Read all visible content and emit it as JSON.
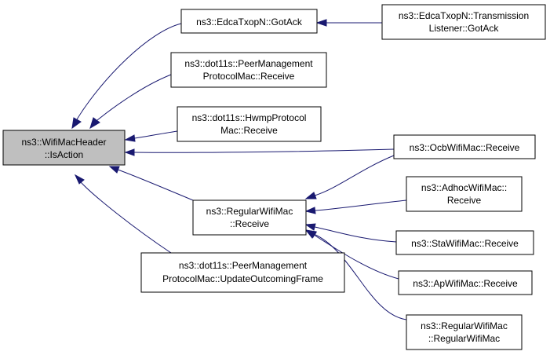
{
  "nodes": {
    "root": {
      "lines": [
        "ns3::WifiMacHeader",
        "::IsAction"
      ]
    },
    "edca_gotack": {
      "lines": [
        "ns3::EdcaTxopN::GotAck"
      ]
    },
    "edca_tl_gotack": {
      "lines": [
        "ns3::EdcaTxopN::Transmission",
        "Listener::GotAck"
      ]
    },
    "peer_receive": {
      "lines": [
        "ns3::dot11s::PeerManagement",
        "ProtocolMac::Receive"
      ]
    },
    "hwmp_receive": {
      "lines": [
        "ns3::dot11s::HwmpProtocol",
        "Mac::Receive"
      ]
    },
    "ocb_receive": {
      "lines": [
        "ns3::OcbWifiMac::Receive"
      ]
    },
    "regular_receive": {
      "lines": [
        "ns3::RegularWifiMac",
        "::Receive"
      ]
    },
    "adhoc_receive": {
      "lines": [
        "ns3::AdhocWifiMac::",
        "Receive"
      ]
    },
    "sta_receive": {
      "lines": [
        "ns3::StaWifiMac::Receive"
      ]
    },
    "ap_receive": {
      "lines": [
        "ns3::ApWifiMac::Receive"
      ]
    },
    "regular_ctor": {
      "lines": [
        "ns3::RegularWifiMac",
        "::RegularWifiMac"
      ]
    },
    "peer_update": {
      "lines": [
        "ns3::dot11s::PeerManagement",
        "ProtocolMac::UpdateOutcomingFrame"
      ]
    }
  },
  "edges": [
    {
      "from": "edca_gotack",
      "to": "root"
    },
    {
      "from": "edca_tl_gotack",
      "to": "edca_gotack"
    },
    {
      "from": "peer_receive",
      "to": "root"
    },
    {
      "from": "hwmp_receive",
      "to": "root"
    },
    {
      "from": "ocb_receive",
      "to": "root"
    },
    {
      "from": "regular_receive",
      "to": "root"
    },
    {
      "from": "peer_update",
      "to": "root"
    },
    {
      "from": "ocb_receive",
      "to": "regular_receive"
    },
    {
      "from": "adhoc_receive",
      "to": "regular_receive"
    },
    {
      "from": "sta_receive",
      "to": "regular_receive"
    },
    {
      "from": "ap_receive",
      "to": "regular_receive"
    },
    {
      "from": "regular_ctor",
      "to": "regular_receive"
    }
  ],
  "colors": {
    "edge": "#191970",
    "root_fill": "#bfbfbf",
    "node_fill": "#ffffff",
    "border": "#000000"
  }
}
